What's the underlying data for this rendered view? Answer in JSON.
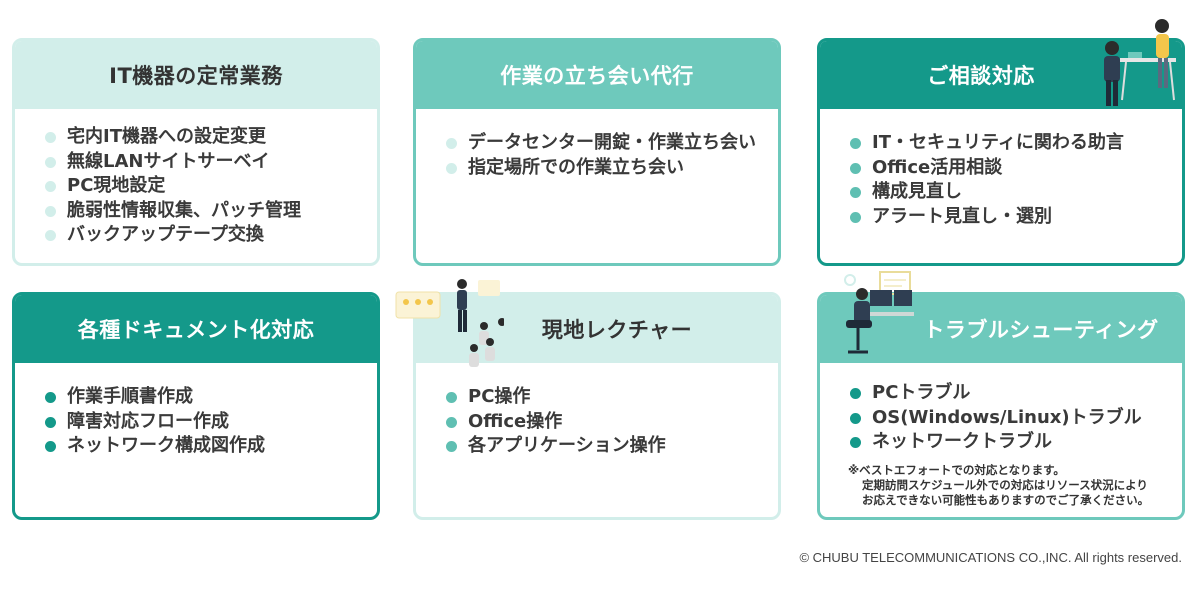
{
  "cards": [
    {
      "title": "IT機器の定常業務",
      "items": [
        "宅内IT機器への設定変更",
        "無線LANサイトサーベイ",
        "PC現地設定",
        "脆弱性情報収集、パッチ管理",
        "バックアップテープ交換"
      ]
    },
    {
      "title": "作業の立ち会い代行",
      "items": [
        "データセンター開錠・作業立ち会い",
        "指定場所での作業立ち会い"
      ]
    },
    {
      "title": "ご相談対応",
      "items": [
        "IT・セキュリティに関わる助言",
        "Office活用相談",
        "構成見直し",
        "アラート見直し・選別"
      ]
    },
    {
      "title": "各種ドキュメント化対応",
      "items": [
        "作業手順書作成",
        "障害対応フロー作成",
        "ネットワーク構成図作成"
      ]
    },
    {
      "title": "現地レクチャー",
      "items": [
        "PC操作",
        "Office操作",
        "各アプリケーション操作"
      ]
    },
    {
      "title": "トラブルシューティング",
      "items": [
        "PCトラブル",
        "OS(Windows/Linux)トラブル",
        "ネットワークトラブル"
      ],
      "note": [
        "※ベストエフォートでの対応となります。",
        "定期訪問スケジュール外での対応はリソース状況により",
        "お応えできない可能性もありますのでご了承ください。"
      ]
    }
  ],
  "copyright": "© CHUBU TELECOMMUNICATIONS CO.,INC. All rights reserved.",
  "colors": {
    "light": "#d2eeea",
    "mid": "#6ec9bc",
    "dark": "#14998a"
  }
}
